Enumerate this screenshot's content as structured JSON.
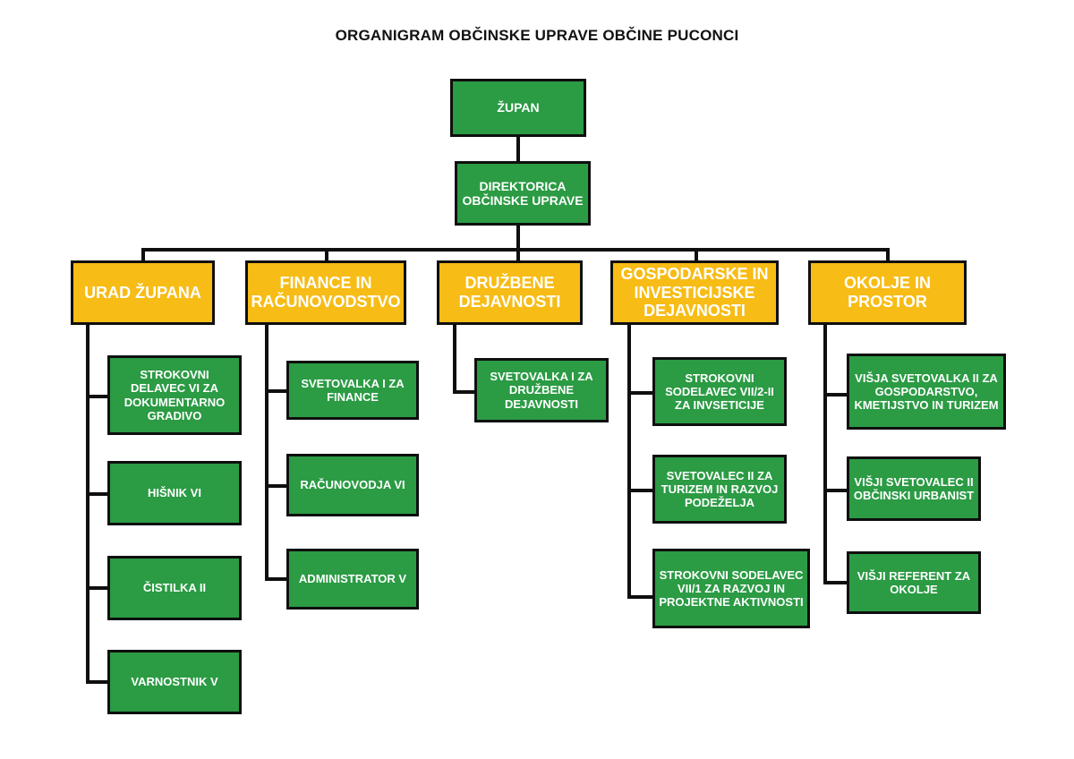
{
  "title": "ORGANIGRAM OBČINSKE UPRAVE OBČINE PUCONCI",
  "colors": {
    "green": "#2B9B44",
    "yellow": "#F7BC15",
    "outline": "#0F0F0F",
    "text": "#FFFFFF",
    "background": "#FFFFFF"
  },
  "top": {
    "mayor": "ŽUPAN",
    "director_line1": "DIREKTORICA",
    "director_line2": "OBČINSKE UPRAVE"
  },
  "departments": [
    {
      "id": "urad-zupana",
      "header_line1": "URAD ŽUPANA",
      "header_line2": "",
      "header_line3": "",
      "children": [
        {
          "text": "STROKOVNI DELAVEC VI ZA DOKUMENTARNO GRADIVO"
        },
        {
          "text": "HIŠNIK VI"
        },
        {
          "text": "ČISTILKA II"
        },
        {
          "text": "VARNOSTNIK V"
        }
      ]
    },
    {
      "id": "finance-in-racunovodstvo",
      "header_line1": "FINANCE IN",
      "header_line2": "RAČUNOVODSTVO",
      "header_line3": "",
      "children": [
        {
          "text": "SVETOVALKA I ZA FINANCE"
        },
        {
          "text": "RAČUNOVODJA VI"
        },
        {
          "text": "ADMINISTRATOR V"
        }
      ]
    },
    {
      "id": "druzbene-dejavnosti",
      "header_line1": "DRUŽBENE",
      "header_line2": "DEJAVNOSTI",
      "header_line3": "",
      "children": [
        {
          "text": "SVETOVALKA I ZA DRUŽBENE DEJAVNOSTI"
        }
      ]
    },
    {
      "id": "gospodarske-in-investicijske-dejavnosti",
      "header_line1": "GOSPODARSKE IN",
      "header_line2": "INVESTICIJSKE",
      "header_line3": "DEJAVNOSTI",
      "children": [
        {
          "text": "STROKOVNI SODELAVEC VII/2-II ZA INVSETICIJE"
        },
        {
          "text": "SVETOVALEC II ZA TURIZEM IN RAZVOJ PODEŽELJA"
        },
        {
          "text": "STROKOVNI SODELAVEC VII/1 ZA RAZVOJ IN PROJEKTNE AKTIVNOSTI"
        }
      ]
    },
    {
      "id": "okolje-in-prostor",
      "header_line1": "OKOLJE IN",
      "header_line2": "PROSTOR",
      "header_line3": "",
      "children": [
        {
          "text": "VIŠJA SVETOVALKA II ZA GOSPODARSTVO, KMETIJSTVO IN TURIZEM"
        },
        {
          "text": "VIŠJI SVETOVALEC II OBČINSKI URBANIST"
        },
        {
          "text": "VIŠJI REFERENT ZA OKOLJE"
        }
      ]
    }
  ]
}
